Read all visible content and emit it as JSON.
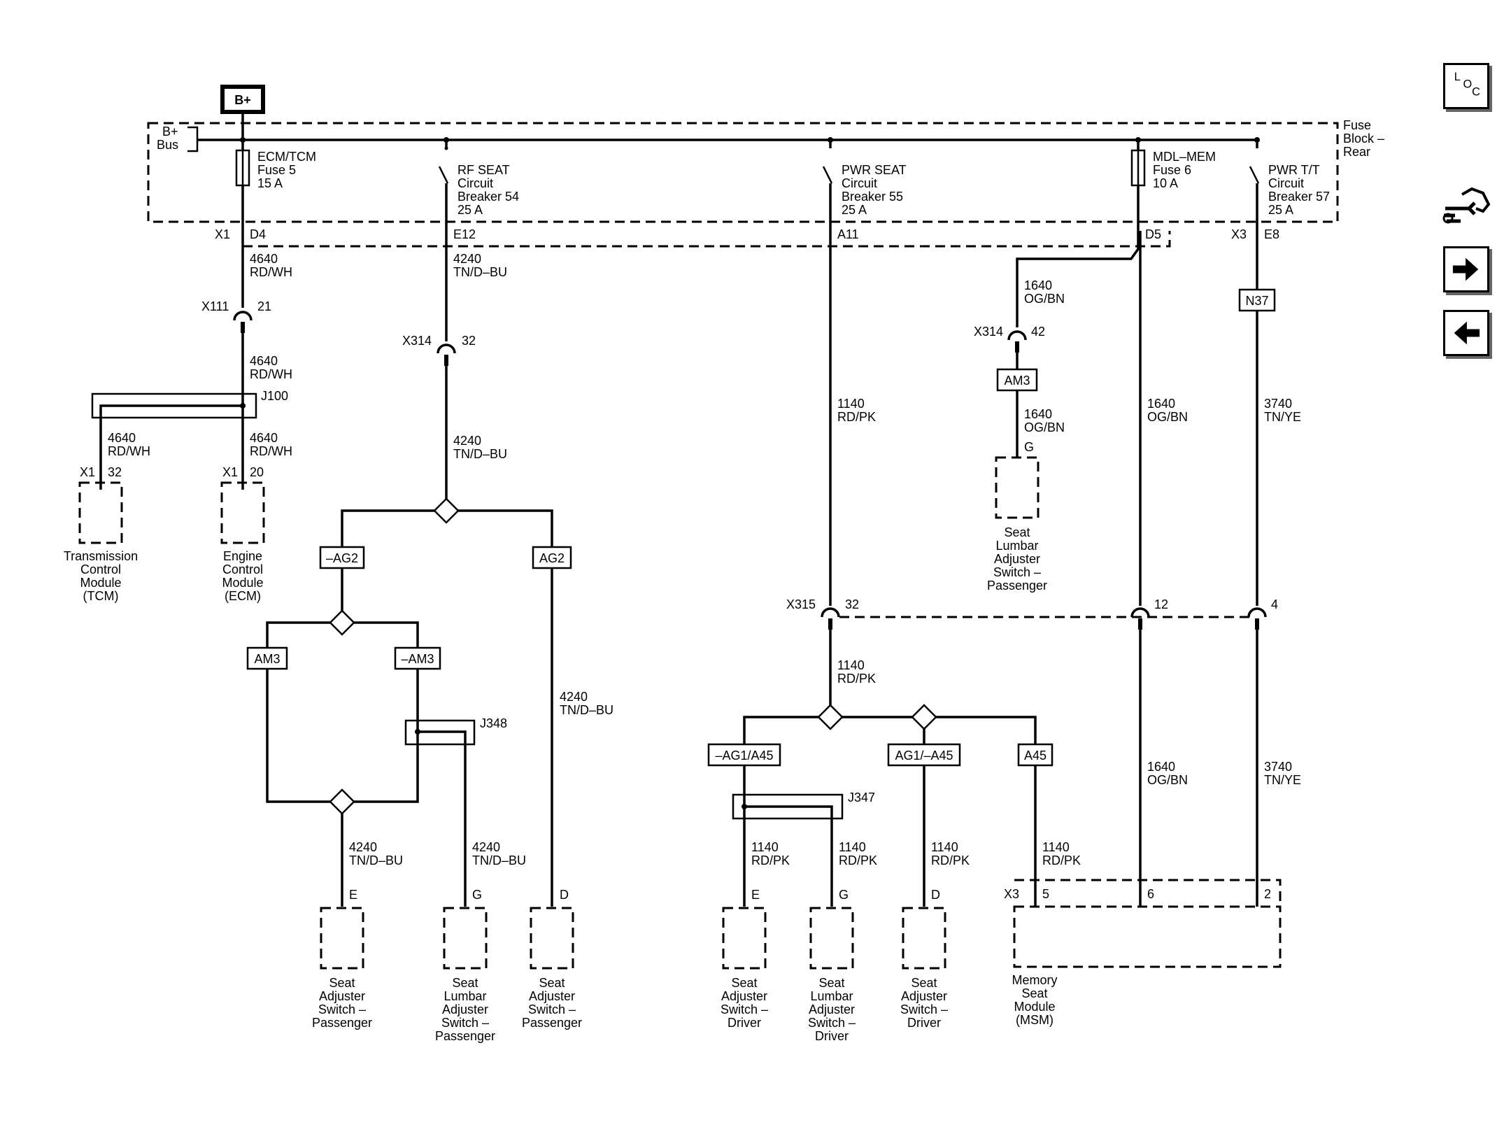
{
  "power_source": {
    "label": "B+"
  },
  "bus": {
    "label_line1": "B+",
    "label_line2": "Bus"
  },
  "fuse_block": {
    "line1": "Fuse",
    "line2": "Block –",
    "line3": "Rear"
  },
  "protection_devices": [
    {
      "name_lines": [
        "ECM/TCM",
        "Fuse 5",
        "15 A"
      ]
    },
    {
      "name_lines": [
        "RF SEAT",
        "Circuit",
        "Breaker 54",
        "25 A"
      ]
    },
    {
      "name_lines": [
        "PWR SEAT",
        "Circuit",
        "Breaker 55",
        "25 A"
      ]
    },
    {
      "name_lines": [
        "MDL–MEM",
        "Fuse 6",
        "10 A"
      ]
    },
    {
      "name_lines": [
        "PWR T/T",
        "Circuit",
        "Breaker 57",
        "25 A"
      ]
    }
  ],
  "connector_labels": {
    "x1_top": "X1",
    "d4": "D4",
    "e12": "E12",
    "a11": "A11",
    "d5": "D5",
    "x3_top": "X3",
    "e8": "E8",
    "x111": "X111",
    "x111_pin": "21",
    "x314_a": "X314",
    "x314_a_pin": "32",
    "x314_b": "X314",
    "x314_b_pin": "42",
    "x315": "X315",
    "x315_pin": "32",
    "x315_pin_b": "12",
    "x315_pin_c": "4",
    "x1_tcm": "X1",
    "x1_tcm_pin": "32",
    "x1_ecm": "X1",
    "x1_ecm_pin": "20",
    "x3_msm": "X3",
    "msm_pin_a": "5",
    "msm_pin_b": "6",
    "msm_pin_c": "2",
    "pin_e_pass": "E",
    "pin_g_pass": "G",
    "pin_d_pass": "D",
    "pin_g_lumbar": "G",
    "pin_e_drv": "E",
    "pin_g_drv": "G",
    "pin_d_drv": "D"
  },
  "splices": {
    "j100": "J100",
    "j348": "J348",
    "j347": "J347"
  },
  "option_codes": {
    "neg_ag2": "–AG2",
    "ag2": "AG2",
    "am3": "AM3",
    "neg_am3": "–AM3",
    "am3_lumbar": "AM3",
    "neg_ag1_a45": "–AG1/A45",
    "ag1_neg_a45": "AG1/–A45",
    "a45": "A45",
    "n37": "N37"
  },
  "wires": {
    "w4640": {
      "circuit": "4640",
      "color": "RD/WH"
    },
    "w4240": {
      "circuit": "4240",
      "color": "TN/D–BU"
    },
    "w1140": {
      "circuit": "1140",
      "color": "RD/PK"
    },
    "w1640": {
      "circuit": "1640",
      "color": "OG/BN"
    },
    "w3740": {
      "circuit": "3740",
      "color": "TN/YE"
    }
  },
  "components": {
    "tcm": [
      "Transmission",
      "Control",
      "Module",
      "(TCM)"
    ],
    "ecm": [
      "Engine",
      "Control",
      "Module",
      "(ECM)"
    ],
    "seat_adj_pass_1": [
      "Seat",
      "Adjuster",
      "Switch –",
      "Passenger"
    ],
    "lumbar_pass_1": [
      "Seat",
      "Lumbar",
      "Adjuster",
      "Switch –",
      "Passenger"
    ],
    "seat_adj_pass_2": [
      "Seat",
      "Adjuster",
      "Switch –",
      "Passenger"
    ],
    "lumbar_pass_2": [
      "Seat",
      "Lumbar",
      "Adjuster",
      "Switch –",
      "Passenger"
    ],
    "seat_adj_drv_1": [
      "Seat",
      "Adjuster",
      "Switch –",
      "Driver"
    ],
    "lumbar_drv": [
      "Seat",
      "Lumbar",
      "Adjuster",
      "Switch –",
      "Driver"
    ],
    "seat_adj_drv_2": [
      "Seat",
      "Adjuster",
      "Switch –",
      "Driver"
    ],
    "msm": [
      "Memory",
      "Seat",
      "Module",
      "(MSM)"
    ]
  },
  "nav": {
    "loc_l": "L",
    "loc_o": "O",
    "loc_c": "C"
  },
  "icons": {
    "loc": "loc-icon",
    "service": "service-wrench-icon",
    "next": "arrow-right-icon",
    "prev": "arrow-left-icon"
  }
}
